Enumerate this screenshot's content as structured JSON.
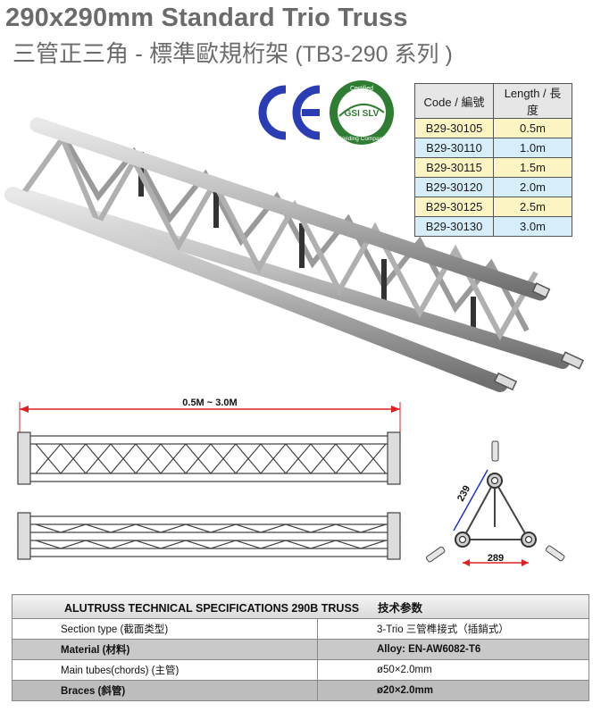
{
  "title": {
    "line1": "290x290mm Standard Trio Truss",
    "line2_main": "三管正三角 - 標準歐規桁架",
    "line2_paren": "(TB3-290 系列 )"
  },
  "logos": {
    "ce": "CE",
    "gsi_top": "Certified",
    "gsi_mid": "GSI SLV",
    "gsi_bottom": "Welding Company"
  },
  "code_table": {
    "headers": [
      "Code / 編號",
      "Length / 長度"
    ],
    "rows": [
      [
        "B29-30105",
        "0.5m"
      ],
      [
        "B29-30110",
        "1.0m"
      ],
      [
        "B29-30115",
        "1.5m"
      ],
      [
        "B29-30120",
        "2.0m"
      ],
      [
        "B29-30125",
        "2.5m"
      ],
      [
        "B29-30130",
        "3.0m"
      ]
    ]
  },
  "drawing": {
    "length_label": "0.5M ~ 3.0M",
    "dim_side": "239",
    "dim_base": "289"
  },
  "spec": {
    "header_left": "ALUTRUSS TECHNICAL SPECIFICATIONS 290B TRUSS",
    "header_right": "技术参数",
    "rows": [
      [
        "Section type  (截面类型)",
        "3-Trio 三管榫接式（插銷式）"
      ],
      [
        "Material (材料)",
        "Alloy: EN-AW6082-T6"
      ],
      [
        "Main tubes(chords) (主管)",
        "ø50×2.0mm"
      ],
      [
        "Braces (斜管)",
        "ø20×2.0mm"
      ]
    ]
  },
  "colors": {
    "title": "#6b6b6b",
    "ce": "#2a3db5",
    "gsi_green": "#2e7d32",
    "row_yellow": "#fdf4c3",
    "row_blue": "#d6eefa",
    "dim_red": "#e02020",
    "dim_blue": "#2233cc"
  }
}
